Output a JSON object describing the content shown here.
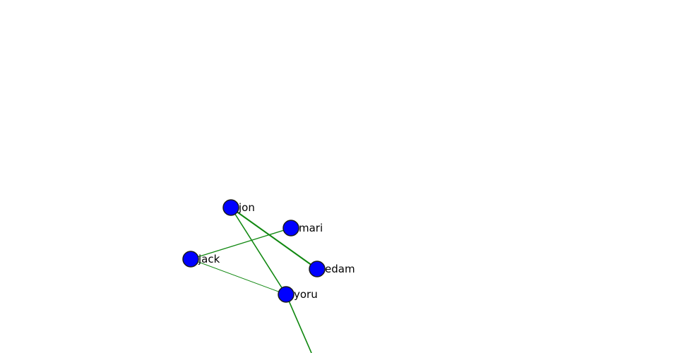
{
  "colors": {
    "node_fill": "#0000ff",
    "node_stroke": "#1a1a1a",
    "edge": "#118811",
    "background": "#ffffff"
  },
  "nodes": [
    {
      "id": "jon",
      "label": "jon"
    },
    {
      "id": "mari",
      "label": "mari"
    },
    {
      "id": "jack",
      "label": "jack"
    },
    {
      "id": "edam",
      "label": "edam"
    },
    {
      "id": "yoru",
      "label": "yoru"
    },
    {
      "id": "offscreen",
      "label": ""
    }
  ],
  "edges": [
    {
      "source": "jon",
      "target": "edam"
    },
    {
      "source": "jon",
      "target": "yoru"
    },
    {
      "source": "jack",
      "target": "mari"
    },
    {
      "source": "jack",
      "target": "yoru"
    },
    {
      "source": "yoru",
      "target": "offscreen"
    }
  ]
}
